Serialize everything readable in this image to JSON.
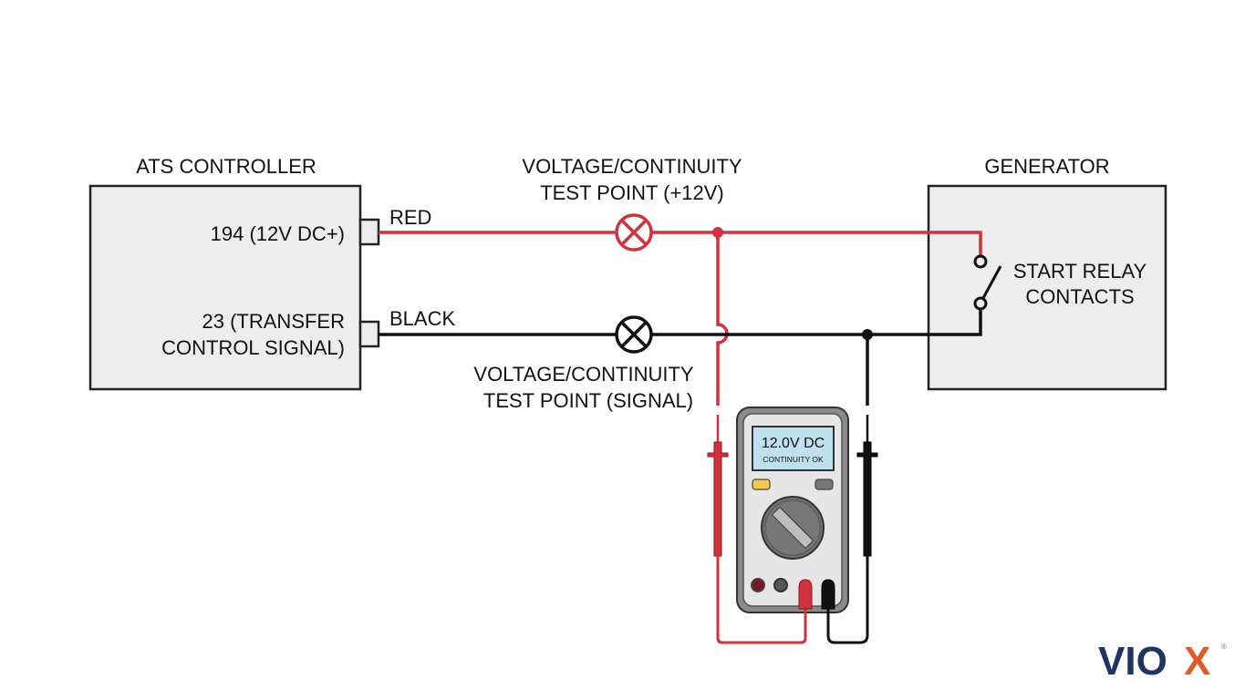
{
  "diagram": {
    "ats_controller": {
      "title": "ATS CONTROLLER",
      "terminal_194": "194 (12V DC+)",
      "terminal_23_line1": "23 (TRANSFER",
      "terminal_23_line2": "CONTROL SIGNAL)"
    },
    "generator": {
      "title": "GENERATOR",
      "relay_line1": "START RELAY",
      "relay_line2": "CONTACTS"
    },
    "wires": {
      "red_label": "RED",
      "black_label": "BLACK"
    },
    "test_points": {
      "top_line1": "VOLTAGE/CONTINUITY",
      "top_line2": "TEST POINT (+12V)",
      "bottom_line1": "VOLTAGE/CONTINUITY",
      "bottom_line2": "TEST POINT (SIGNAL)"
    },
    "multimeter": {
      "reading": "12.0V DC",
      "status": "CONTINUITY OK"
    },
    "colors": {
      "red_wire": "#d0313a",
      "black_wire": "#111111",
      "box_fill": "#ededed",
      "display": "#bfe0ee",
      "yellow_button": "#f3c94a"
    }
  },
  "logo": {
    "text_main": "VIO",
    "text_accent": "X",
    "mark": "®",
    "brand_color": "#1f3566",
    "accent_color": "#e05a26"
  }
}
